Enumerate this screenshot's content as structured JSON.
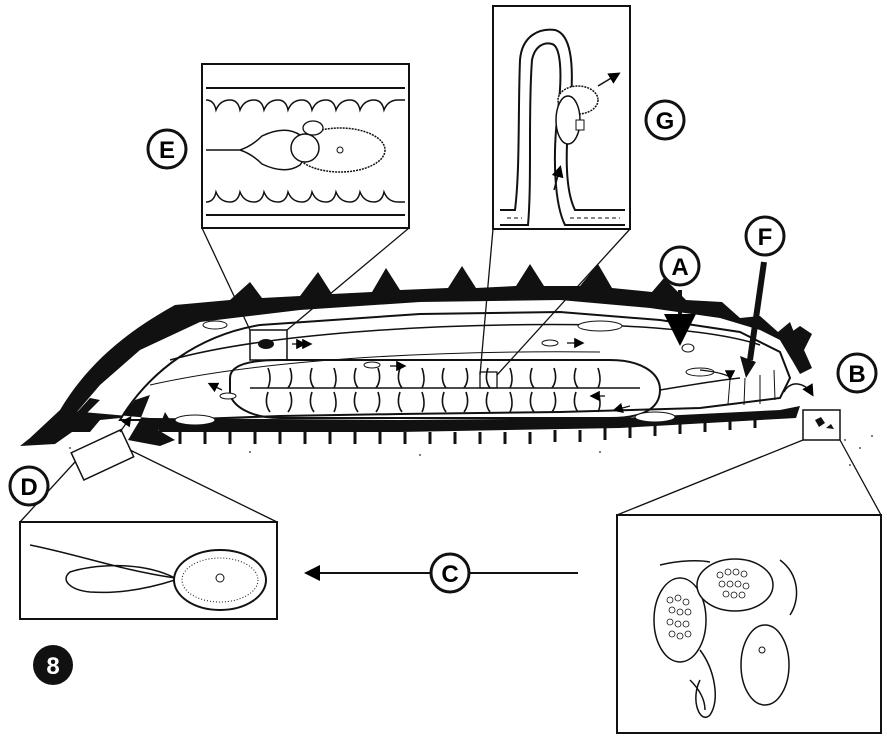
{
  "figure": {
    "number": "8",
    "labels": {
      "a": "A",
      "b": "B",
      "c": "C",
      "d": "D",
      "e": "E",
      "f": "F",
      "g": "G"
    }
  }
}
